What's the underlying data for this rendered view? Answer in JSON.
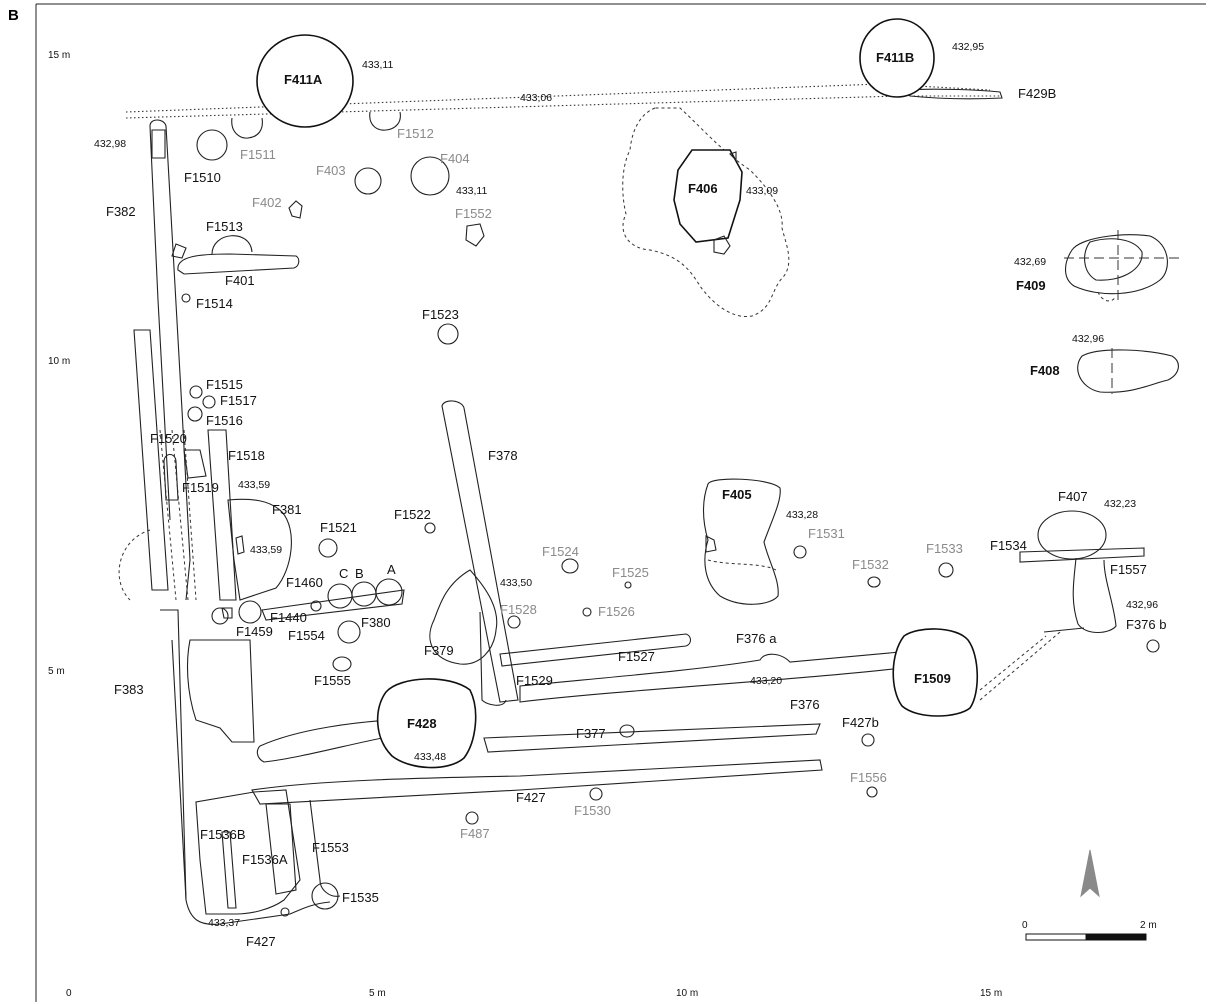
{
  "panel_label": "B",
  "y_axis_labels": {
    "m15": "15 m",
    "m10": "10 m",
    "m5": "5 m"
  },
  "x_axis_labels": {
    "m0": "0",
    "m5": "5 m",
    "m10": "10 m",
    "m15": "15 m"
  },
  "scale_bar": {
    "start": "0",
    "end": "2 m"
  },
  "features": {
    "F411A": "F411A",
    "F411B": "F411B",
    "F429B": "F429B",
    "F1512": "F1512",
    "F1511": "F1511",
    "F1510": "F1510",
    "F382": "F382",
    "F403": "F403",
    "F404": "F404",
    "F402": "F402",
    "F1552": "F1552",
    "F1513": "F1513",
    "F401": "F401",
    "F1514": "F1514",
    "F406": "F406",
    "F409": "F409",
    "F408": "F408",
    "F1523": "F1523",
    "F1515": "F1515",
    "F1517": "F1517",
    "F1516": "F1516",
    "F1520": "F1520",
    "F1518": "F1518",
    "F1519": "F1519",
    "F378": "F378",
    "F381": "F381",
    "F1522": "F1522",
    "F1521": "F1521",
    "F405": "F405",
    "F407": "F407",
    "F1534": "F1534",
    "F1557": "F1557",
    "F1531": "F1531",
    "F1524": "F1524",
    "F1525": "F1525",
    "F1532": "F1532",
    "F1533": "F1533",
    "F1460": "F1460",
    "C": "C",
    "B": "B",
    "A": "A",
    "F1440": "F1440",
    "F1459": "F1459",
    "F1554": "F1554",
    "F380": "F380",
    "F1528": "F1528",
    "F1526": "F1526",
    "F379": "F379",
    "F1527": "F1527",
    "F376a": "F376 a",
    "F376b": "F376 b",
    "F1509": "F1509",
    "F383": "F383",
    "F1555": "F1555",
    "F1529": "F1529",
    "F376": "F376",
    "F428": "F428",
    "F377": "F377",
    "F427b": "F427b",
    "F1556": "F1556",
    "F427_mid": "F427",
    "F1530": "F1530",
    "F487": "F487",
    "F1536B": "F1536B",
    "F1536A": "F1536A",
    "F1553": "F1553",
    "F1535": "F1535",
    "F427_bottom": "F427"
  },
  "elevations": {
    "e433_11a": "433,11",
    "e432_95": "432,95",
    "e433_06": "433,06",
    "e432_98": "432,98",
    "e433_11b": "433,11",
    "e433_09": "433,09",
    "e432_69": "432,69",
    "e432_96a": "432,96",
    "e433_59a": "433,59",
    "e433_59b": "433,59",
    "e433_28": "433,28",
    "e432_23": "432,23",
    "e433_50": "433,50",
    "e432_96b": "432,96",
    "e433_20": "433,20",
    "e433_48": "433,48",
    "e433_37": "433,37"
  }
}
